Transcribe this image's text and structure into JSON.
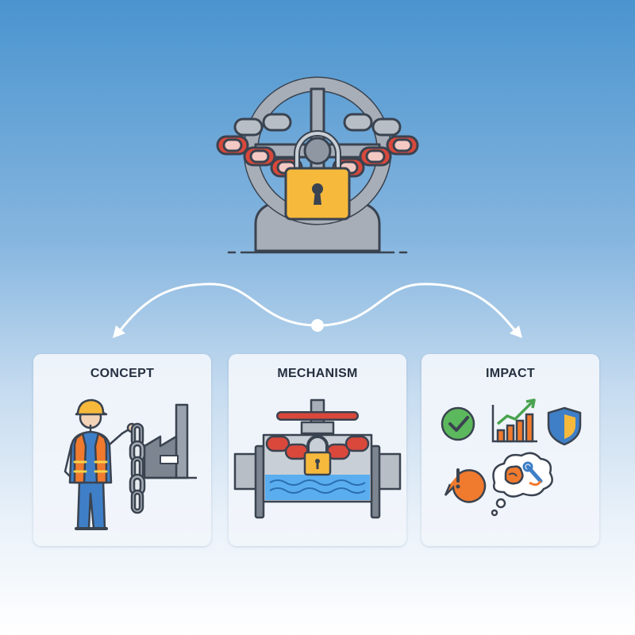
{
  "cards": [
    {
      "title": "CONCEPT",
      "icons": [
        "worker-icon",
        "chain-icon",
        "factory-icon"
      ]
    },
    {
      "title": "MECHANISM",
      "icons": [
        "chained-valve-icon",
        "padlock-icon",
        "water-icon"
      ]
    },
    {
      "title": "IMPACT",
      "icons": [
        "check-icon",
        "growth-chart-icon",
        "shield-icon",
        "warning-icon",
        "thought-bubble-icon"
      ]
    }
  ],
  "hero": {
    "icons": [
      "valve-wheel-icon",
      "chain-icon",
      "padlock-icon"
    ]
  },
  "colors": {
    "chain_red": "#d9483b",
    "lock_yellow": "#f6b93b",
    "steel_gray": "#a7aeb7",
    "outline": "#3a4350",
    "vest_orange": "#f07a2e",
    "worker_blue": "#3f7fc7",
    "check_green": "#5cb85c",
    "water_blue": "#5aaef0"
  }
}
